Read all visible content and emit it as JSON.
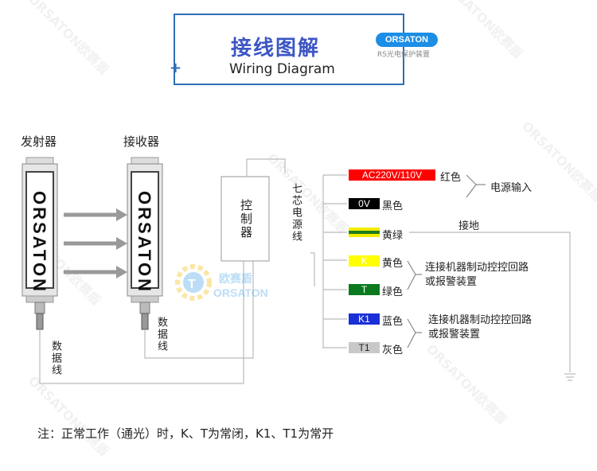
{
  "header": {
    "title_cn": "接线图解",
    "title_en": "Wiring Diagram",
    "brand": "ORSATON",
    "brand_sub": "RS光电保护装置"
  },
  "devices": {
    "emitter_label": "发射器",
    "receiver_label": "接收器",
    "emitter_text": "ORSATON",
    "receiver_text": "ORSATON",
    "data_line_emitter": "数据线",
    "data_line_receiver": "数据线",
    "controller": "控制器",
    "cable": "七芯电源线"
  },
  "watermark_logo": {
    "cn": "欧赛盾",
    "en": "ORSATON"
  },
  "wires": [
    {
      "tag": "AC220V/110V",
      "color_name": "红色",
      "tag_color": "#ff0000",
      "text_color": "#ffffff"
    },
    {
      "tag": "0V",
      "color_name": "黑色",
      "tag_color": "#000000",
      "text_color": "#ffffff"
    },
    {
      "tag": "",
      "color_name": "黄绿",
      "tag_color": "#f2ec00",
      "stripe_color": "#1e7a1e",
      "text_color": "#000000"
    },
    {
      "tag": "K",
      "color_name": "黄色",
      "tag_color": "#ffff00",
      "text_color": "#ffffff"
    },
    {
      "tag": "T",
      "color_name": "绿色",
      "tag_color": "#0b7a1f",
      "text_color": "#ffffff"
    },
    {
      "tag": "K1",
      "color_name": "蓝色",
      "tag_color": "#1a2fd6",
      "text_color": "#ffffff"
    },
    {
      "tag": "T1",
      "color_name": "灰色",
      "tag_color": "#c8c8c8",
      "text_color": "#222222"
    }
  ],
  "annotations": {
    "power_input": "电源输入",
    "ground": "接地",
    "group1_line1": "连接机器制动控控回路",
    "group1_line2": "或报警装置",
    "group2_line1": "连接机器制动控控回路",
    "group2_line2": "或报警装置"
  },
  "note": "注：正常工作（通光）时，K、T为常闭，K1、T1为常开",
  "colors": {
    "title": "#3d56c4",
    "frame": "#2f6fb5",
    "badge": "#1c8ee6",
    "wire": "#bbbbbb"
  }
}
